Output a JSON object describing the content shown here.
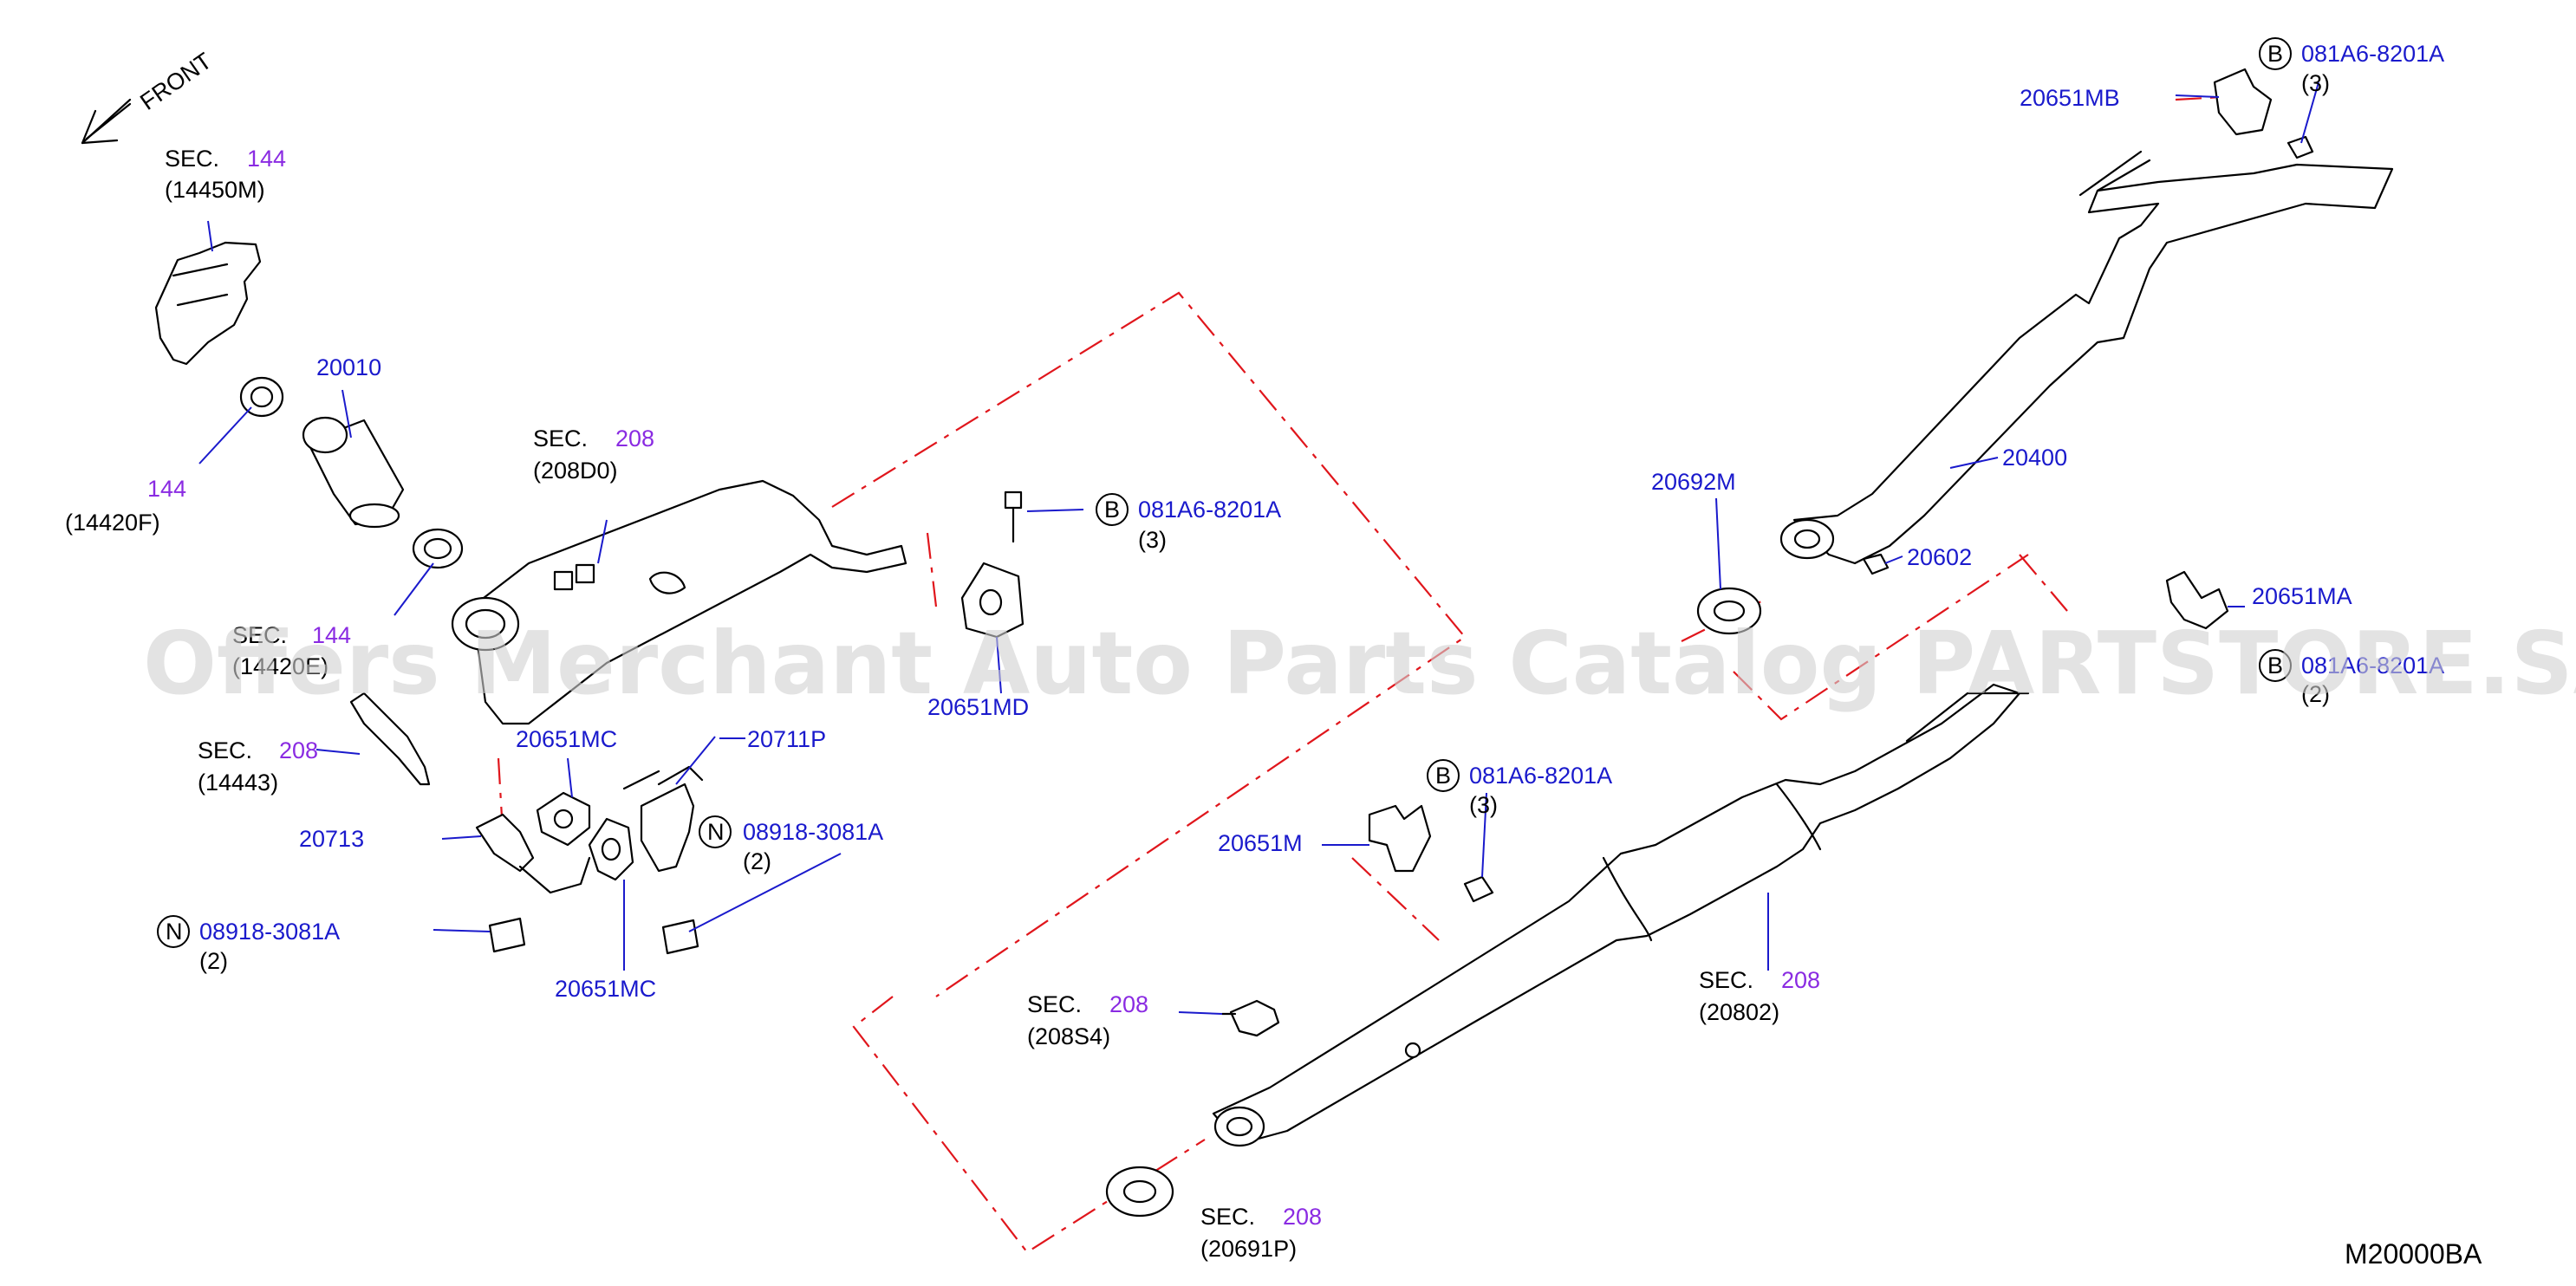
{
  "front_label": "FRONT",
  "watermark": "Offers Merchant Auto Parts Catalog PARTSTORE.SA",
  "diagram_code": "M20000BA",
  "sec_prefix": "SEC.",
  "sections": {
    "s1": {
      "num": "144",
      "ref": "(14450M)"
    },
    "s2": {
      "num": "144",
      "ref": "(14420F)"
    },
    "s3": {
      "num": "208",
      "ref": "(208D0)"
    },
    "s4": {
      "num": "144",
      "ref": "(14420E)"
    },
    "s5": {
      "num": "208",
      "ref": "(14443)"
    },
    "s6": {
      "num": "208",
      "ref": "(208S4)"
    },
    "s7": {
      "num": "208",
      "ref": "(20691P)"
    },
    "s8": {
      "num": "208",
      "ref": "(20802)"
    }
  },
  "parts": {
    "p20010": "20010",
    "p20651MD": "20651MD",
    "p20651MC_a": "20651MC",
    "p20711P": "20711P",
    "p20713": "20713",
    "p20651MC_b": "20651MC",
    "p20651MB": "20651MB",
    "p20400": "20400",
    "p20692M": "20692M",
    "p20602": "20602",
    "p20651MA": "20651MA",
    "p20651M": "20651M"
  },
  "fasteners": {
    "b1": {
      "letter": "B",
      "code": "081A6-8201A",
      "qty": "(3)"
    },
    "b2": {
      "letter": "B",
      "code": "081A6-8201A",
      "qty": "(3)"
    },
    "b3": {
      "letter": "B",
      "code": "081A6-8201A",
      "qty": "(2)"
    },
    "b4": {
      "letter": "B",
      "code": "081A6-8201A",
      "qty": "(3)"
    },
    "n1": {
      "letter": "N",
      "code": "08918-3081A",
      "qty": "(2)"
    },
    "n2": {
      "letter": "N",
      "code": "08918-3081A",
      "qty": "(2)"
    }
  }
}
